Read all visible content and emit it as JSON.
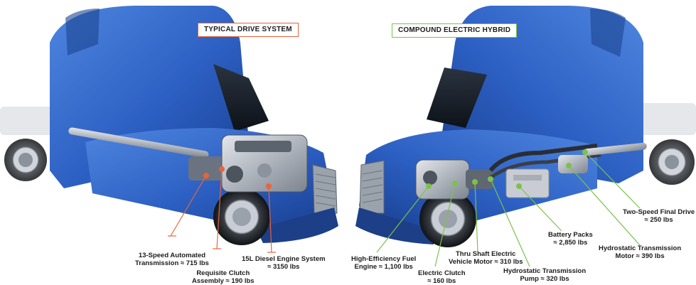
{
  "headings": {
    "typical": "TYPICAL DRIVE SYSTEM",
    "hybrid": "COMPOUND ELECTRIC HYBRID"
  },
  "typical_components": [
    {
      "line1": "13-Speed Automated",
      "line2": "Transmission ≈ 715 lbs"
    },
    {
      "line1": "Requisite Clutch",
      "line2": "Assembly ≈ 190 lbs"
    },
    {
      "line1": "15L Diesel Engine System",
      "line2": "≈ 3150 lbs"
    }
  ],
  "hybrid_components": [
    {
      "line1": "High-Efficiency Fuel",
      "line2": "Engine ≈ 1,100 lbs"
    },
    {
      "line1": "Electric Clutch",
      "line2": "≈ 160 lbs"
    },
    {
      "line1": "Thru Shaft Electric",
      "line2": "Vehicle Motor ≈ 310 lbs"
    },
    {
      "line1": "Hydrostatic Transmission",
      "line2": "Pump ≈ 320 lbs"
    },
    {
      "line1": "Battery Packs",
      "line2": "≈ 2,850 lbs"
    },
    {
      "line1": "Hydrostatic Transmission",
      "line2": "Motor ≈ 390 lbs"
    },
    {
      "line1": "Two-Speed Final Drive",
      "line2": "≈ 250 lbs"
    }
  ],
  "colors": {
    "typical_accent": "#e8643c",
    "hybrid_accent": "#7cc24a",
    "truck_body": "#2f64c6",
    "truck_dark": "#143a86"
  }
}
